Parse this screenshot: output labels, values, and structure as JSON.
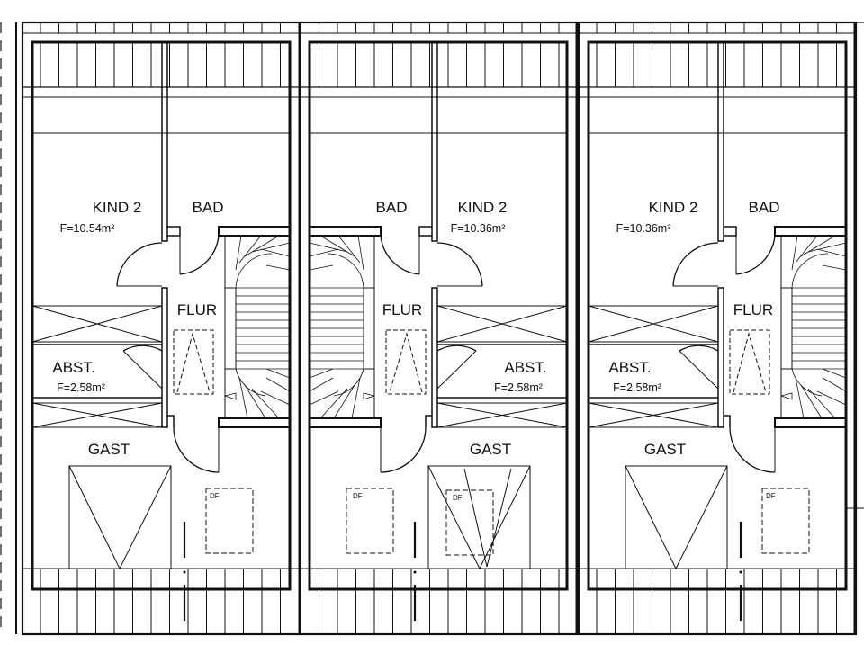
{
  "drawing": {
    "type": "floor-plan",
    "line_color": "#111111",
    "background": "#ffffff",
    "units": [
      {
        "id": "unit-1",
        "mirrored": false,
        "rooms": {
          "kind": {
            "name": "KIND  2",
            "area": "F=10.54m²"
          },
          "bad": {
            "name": "BAD"
          },
          "flur": {
            "name": "FLUR"
          },
          "abst": {
            "name": "ABST.",
            "area": "F=2.58m²"
          },
          "gast": {
            "name": "GAST"
          }
        },
        "df_labels": [
          "DF"
        ]
      },
      {
        "id": "unit-2",
        "mirrored": true,
        "rooms": {
          "kind": {
            "name": "KIND  2",
            "area": "F=10.36m²"
          },
          "bad": {
            "name": "BAD"
          },
          "flur": {
            "name": "FLUR"
          },
          "abst": {
            "name": "ABST.",
            "area": "F=2.58m²"
          },
          "gast": {
            "name": "GAST"
          }
        },
        "df_labels": [
          "DF",
          "DF"
        ]
      },
      {
        "id": "unit-3",
        "mirrored": false,
        "rooms": {
          "kind": {
            "name": "KIND  2",
            "area": "F=10.36m²"
          },
          "bad": {
            "name": "BAD"
          },
          "flur": {
            "name": "FLUR"
          },
          "abst": {
            "name": "ABST.",
            "area": "F=2.58m²"
          },
          "gast": {
            "name": "GAST"
          }
        },
        "df_labels": [
          "DF"
        ]
      }
    ]
  }
}
